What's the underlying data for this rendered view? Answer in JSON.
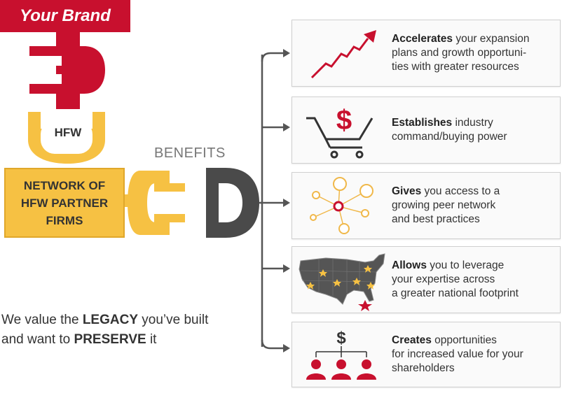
{
  "brand": {
    "label": "Your Brand"
  },
  "hfw_plug": {
    "label": "HFW"
  },
  "network": {
    "lines": [
      "NETWORK OF",
      "HFW PARTNER",
      "FIRMS"
    ]
  },
  "benefits": {
    "label": "BENEFITS"
  },
  "legacy": {
    "part1": "We value the ",
    "bold1": "LEGACY",
    "part2": " you’ve built",
    "part3": "and want to ",
    "bold2": "PRESERVE",
    "part4": " it"
  },
  "cards": [
    {
      "bold": "Accelerates",
      "rest": " your expansion plans and growth opportuni-ties with greater resources",
      "icon": "rising-arrow-icon"
    },
    {
      "bold": "Establishes",
      "rest": " industry command/buying power",
      "icon": "cart-dollar-icon"
    },
    {
      "bold": "Gives",
      "rest": " you access to a growing peer network and best practices",
      "icon": "network-nodes-icon"
    },
    {
      "bold": "Allows",
      "rest": " you to leverage your expertise across a greater national footprint",
      "icon": "us-map-icon"
    },
    {
      "bold": "Creates",
      "rest": " opportunities for increased value for your shareholders",
      "icon": "shareholders-icon"
    }
  ],
  "cards_text": {
    "c0": {
      "bold": "Accelerates",
      "l1": " your expansion",
      "l2": "plans and growth opportuni-",
      "l3": "ties with greater resources"
    },
    "c1": {
      "bold": "Establishes",
      "l1": " industry",
      "l2": "command/buying power"
    },
    "c2": {
      "bold": "Gives",
      "l1": " you access to a",
      "l2": "growing peer network",
      "l3": "and best practices"
    },
    "c3": {
      "bold": "Allows",
      "l1": " you to leverage",
      "l2": "your expertise across",
      "l3": "a greater national footprint"
    },
    "c4": {
      "bold": "Creates",
      "l1": " opportunities",
      "l2": "for increased value for your",
      "l3": "shareholders"
    }
  },
  "icons": {
    "dollar_sign": "$"
  },
  "colors": {
    "brand_red": "#c8102e",
    "gold": "#f6c143",
    "dark_gray": "#4a4a4a",
    "node_gold": "#f0b84a"
  }
}
